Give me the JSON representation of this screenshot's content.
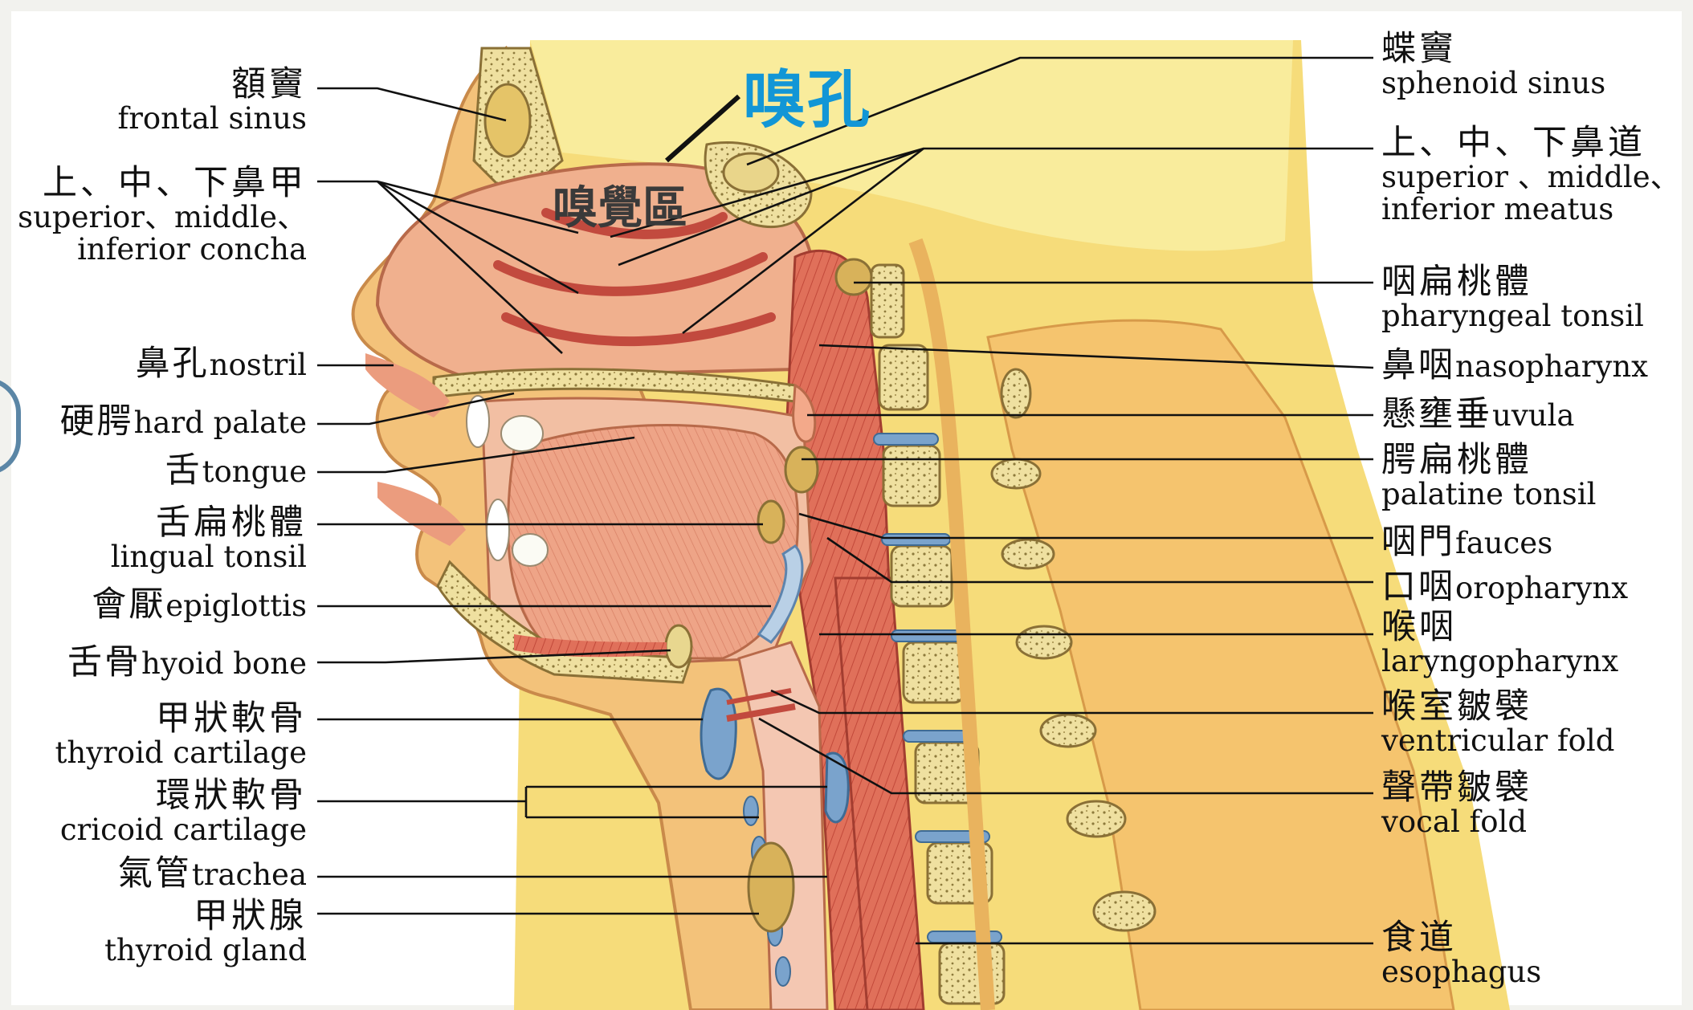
{
  "annotations": {
    "olfactory_foramen": "嗅孔",
    "olfactory_region": "嗅覺區"
  },
  "left_labels": {
    "frontal_sinus": {
      "zh": "額竇",
      "en": "frontal sinus"
    },
    "concha": {
      "zh": "上、中、下鼻甲",
      "en1": "superior、middle、",
      "en2": "inferior concha"
    },
    "nostril": {
      "zh": "鼻孔",
      "en": "nostril"
    },
    "hard_palate": {
      "zh": "硬腭",
      "en": "hard palate"
    },
    "tongue": {
      "zh": "舌",
      "en": "tongue"
    },
    "lingual_tonsil": {
      "zh": "舌扁桃體",
      "en": "lingual tonsil"
    },
    "epiglottis": {
      "zh": "會厭",
      "en": "epiglottis"
    },
    "hyoid_bone": {
      "zh": "舌骨",
      "en": "hyoid bone"
    },
    "thyroid_cartilage": {
      "zh": "甲狀軟骨",
      "en": "thyroid cartilage"
    },
    "cricoid_cartilage": {
      "zh": "環狀軟骨",
      "en": "cricoid cartilage"
    },
    "trachea": {
      "zh": "氣管",
      "en": "trachea"
    },
    "thyroid_gland": {
      "zh": "甲狀腺",
      "en": "thyroid gland"
    }
  },
  "right_labels": {
    "sphenoid_sinus": {
      "zh": "蝶竇",
      "en": "sphenoid sinus"
    },
    "meatus": {
      "zh": "上、中、下鼻道",
      "en1": "superior 、middle、",
      "en2": "inferior meatus"
    },
    "pharyngeal_tonsil": {
      "zh": "咽扁桃體",
      "en": "pharyngeal tonsil"
    },
    "nasopharynx": {
      "zh": "鼻咽",
      "en": "nasopharynx"
    },
    "uvula": {
      "zh": "懸壅垂",
      "en": "uvula"
    },
    "palatine_tonsil": {
      "zh": "腭扁桃體",
      "en": "palatine tonsil"
    },
    "fauces": {
      "zh": "咽門",
      "en": "fauces"
    },
    "oropharynx": {
      "zh": "口咽",
      "en": "oropharynx"
    },
    "laryngopharynx": {
      "zh": "喉咽",
      "en": "laryngopharynx"
    },
    "ventricular_fold": {
      "zh": "喉室皺襞",
      "en": "ventricular fold"
    },
    "vocal_fold": {
      "zh": "聲帶皺襞",
      "en": "vocal fold"
    },
    "esophagus": {
      "zh": "食道",
      "en": "esophagus"
    }
  },
  "colors": {
    "background": "#f2f2ee",
    "skin": "#f3c27a",
    "neck_yellow": "#f7e27e",
    "mucosa": "#e8947a",
    "muscle": "#d95c45",
    "bone_light": "#efe2a8",
    "cartilage_blue": "#7aa3cc",
    "annotation_blue": "#1296d6",
    "leader_line": "#111111"
  }
}
